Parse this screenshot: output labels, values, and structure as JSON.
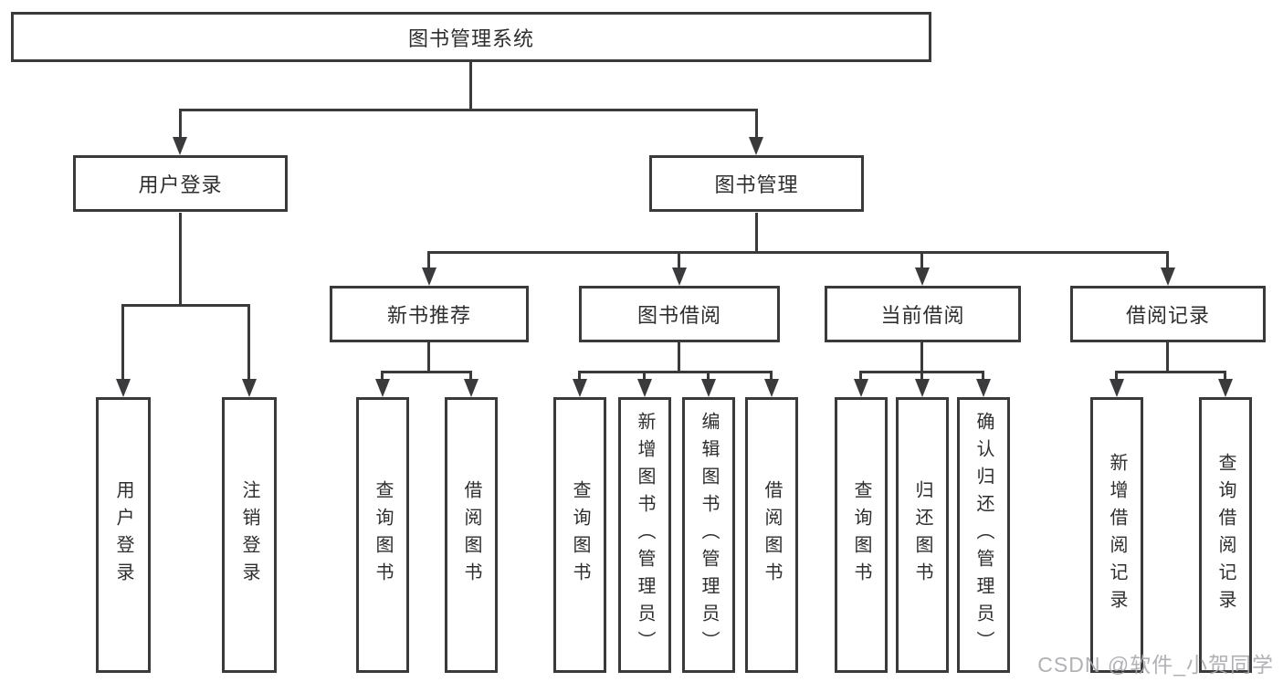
{
  "diagram": {
    "title": "图书管理系统",
    "root": "图书管理系统",
    "branches": [
      "用户登录",
      "图书管理"
    ],
    "sections": [
      "新书推荐",
      "图书借阅",
      "当前借阅",
      "借阅记录"
    ],
    "leaf_groups": [
      [
        "用户登录",
        "注销登录"
      ],
      [
        "查询图书",
        "借阅图书"
      ],
      [
        "查询图书",
        "新增图书（管理员）",
        "编辑图书（管理员）",
        "借阅图书"
      ],
      [
        "查询图书",
        "归还图书",
        "确认归还（管理员）"
      ],
      [
        "新增借阅记录",
        "查询借阅记录"
      ]
    ]
  },
  "watermark": "CSDN @软件_小贺同学",
  "colors": {
    "line": "#3a3a3c",
    "text": "#2e2e30",
    "background": "#ffffff",
    "watermark": "#a8a8ad"
  }
}
